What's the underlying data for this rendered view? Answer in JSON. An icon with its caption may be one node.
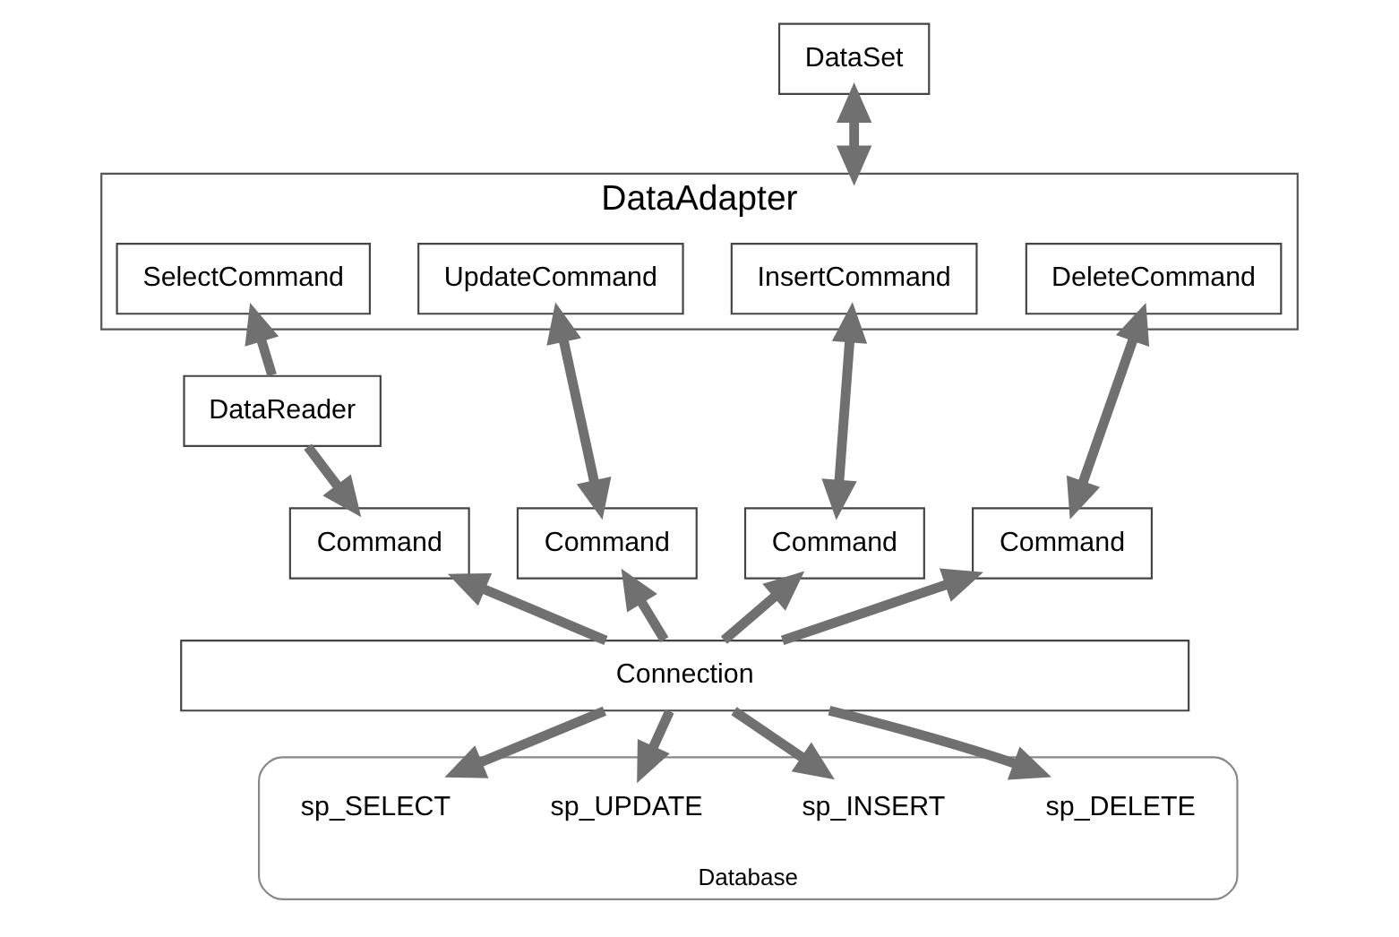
{
  "diagram": {
    "nodes": [
      {
        "text": [
          "DataSet"
        ]
      },
      {
        "text": [
          "DataAdapter"
        ]
      },
      {
        "text": [
          "SelectCommand"
        ],
        "in": 1
      },
      {
        "text": [
          "UpdateCommand"
        ],
        "in": 1
      },
      {
        "text": [
          "InsertCommand"
        ],
        "in": 1
      },
      {
        "text": [
          "DeleteCommand"
        ],
        "in": 1
      },
      {
        "text": [
          "DataReader"
        ]
      },
      {
        "text": [
          "Command"
        ]
      },
      {
        "text": [
          "Command"
        ]
      },
      {
        "text": [
          "Command"
        ]
      },
      {
        "text": [
          "Command"
        ]
      },
      {
        "text": [
          "Connection"
        ]
      },
      {
        "text": [
          "Database"
        ]
      },
      {
        "text": [
          "sp_SELECT"
        ],
        "in": 12
      },
      {
        "text": [
          "sp_UPDATE"
        ],
        "in": 12
      },
      {
        "text": [
          "sp_INSERT"
        ],
        "in": 12
      },
      {
        "text": [
          "sp_DELETE"
        ],
        "in": 12
      }
    ],
    "edges": [
      {
        "from": 0,
        "to": 1,
        "arrow": "both"
      },
      {
        "from": 6,
        "to": 2,
        "arrow": "to"
      },
      {
        "from": 6,
        "to": 7,
        "arrow": "to"
      },
      {
        "from": 3,
        "to": 8,
        "arrow": "both"
      },
      {
        "from": 4,
        "to": 9,
        "arrow": "both"
      },
      {
        "from": 5,
        "to": 10,
        "arrow": "both"
      },
      {
        "from": 11,
        "to": 7,
        "arrow": "to"
      },
      {
        "from": 11,
        "to": 8,
        "arrow": "to"
      },
      {
        "from": 11,
        "to": 9,
        "arrow": "to"
      },
      {
        "from": 11,
        "to": 10,
        "arrow": "to"
      },
      {
        "from": 11,
        "to": 13,
        "arrow": "to"
      },
      {
        "from": 11,
        "to": 14,
        "arrow": "to"
      },
      {
        "from": 11,
        "to": 15,
        "arrow": "to"
      },
      {
        "from": 11,
        "to": 16,
        "arrow": "to"
      }
    ]
  }
}
